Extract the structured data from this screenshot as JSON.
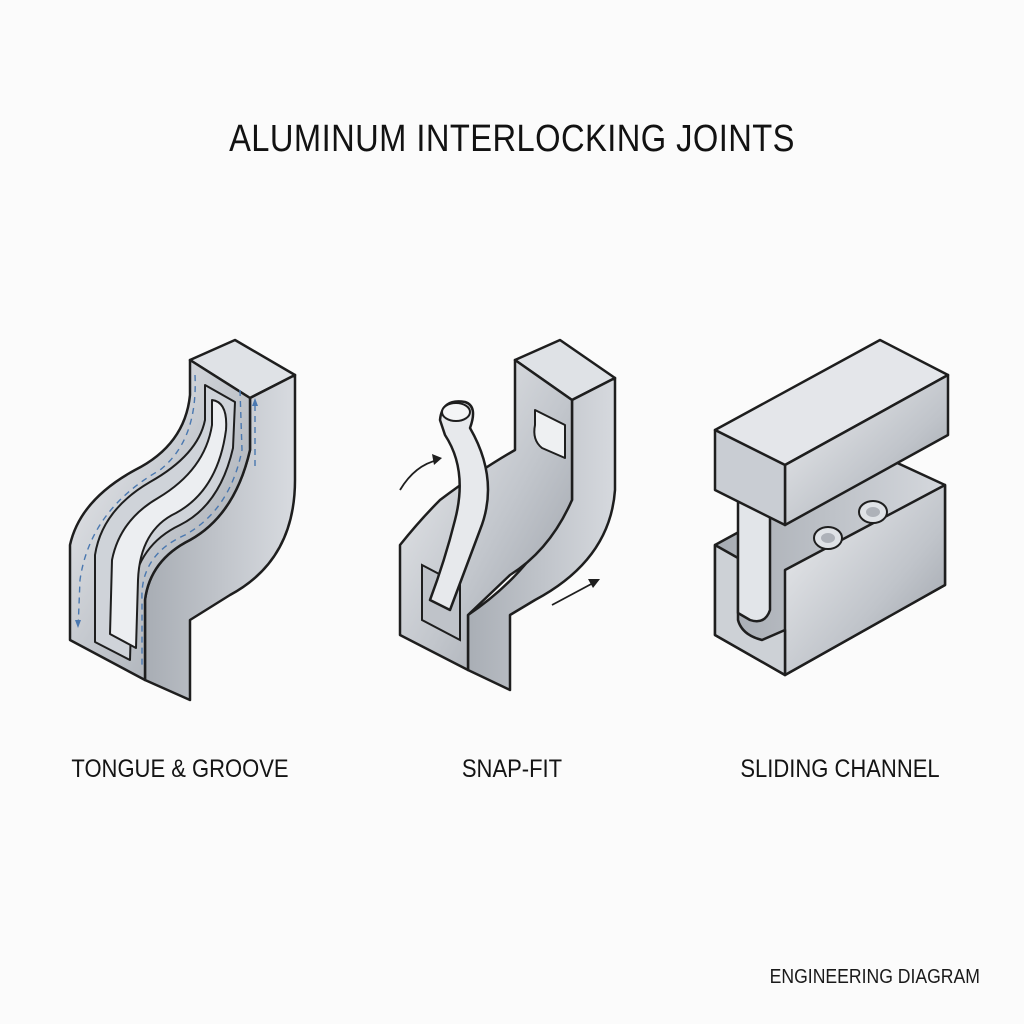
{
  "title": "ALUMINUM INTERLOCKING JOINTS",
  "joints": [
    {
      "label": "TONGUE & GROOVE",
      "icon": "tongue-and-groove-joint-icon"
    },
    {
      "label": "SNAP-FIT",
      "icon": "snap-fit-joint-icon"
    },
    {
      "label": "SLIDING CHANNEL",
      "icon": "sliding-channel-joint-icon"
    }
  ],
  "footer": "ENGINEERING DIAGRAM",
  "colors": {
    "metal_light": "#e6e8ec",
    "metal_mid": "#b7bbc2",
    "metal_dark": "#8d9299",
    "outline": "#1e1e1e",
    "guide_line": "#4a78b0"
  }
}
